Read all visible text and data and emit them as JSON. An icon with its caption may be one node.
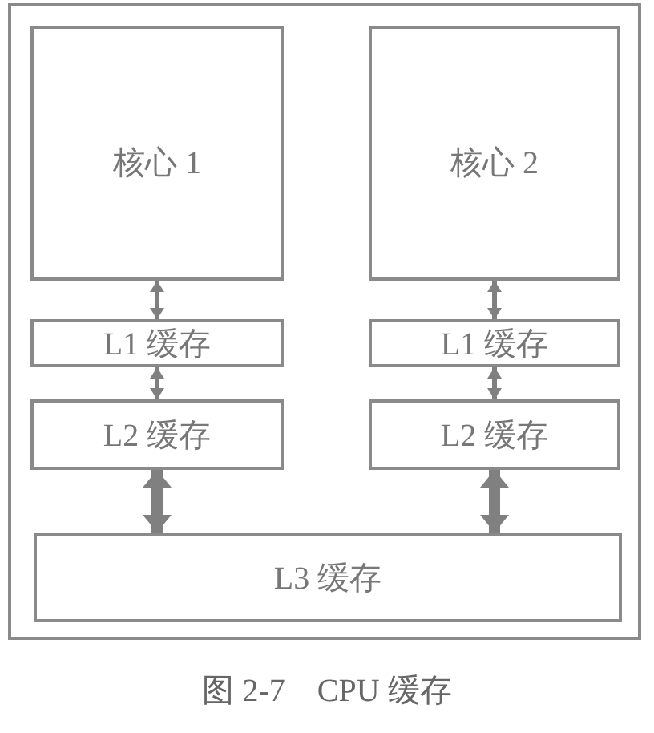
{
  "diagram": {
    "caption": "图 2-7　CPU 缓存",
    "nodes": [
      {
        "text": [],
        "shape": "box"
      },
      {
        "text": [
          "核心 1"
        ],
        "in": 0
      },
      {
        "text": [
          "L1 缓存"
        ],
        "in": 0
      },
      {
        "text": [
          "L2 缓存"
        ],
        "in": 0
      },
      {
        "text": [
          "核心 2"
        ],
        "in": 0
      },
      {
        "text": [
          "L1 缓存"
        ],
        "in": 0
      },
      {
        "text": [
          "L2 缓存"
        ],
        "in": 0
      },
      {
        "text": [
          "L3 缓存"
        ],
        "in": 0
      }
    ],
    "edges": [
      {
        "from": 1,
        "to": 2,
        "arrow": "both"
      },
      {
        "from": 2,
        "to": 3,
        "arrow": "both"
      },
      {
        "from": 3,
        "to": 7,
        "arrow": "both",
        "style": "thick"
      },
      {
        "from": 4,
        "to": 5,
        "arrow": "both"
      },
      {
        "from": 5,
        "to": 6,
        "arrow": "both"
      },
      {
        "from": 6,
        "to": 7,
        "arrow": "both",
        "style": "thick"
      }
    ]
  }
}
